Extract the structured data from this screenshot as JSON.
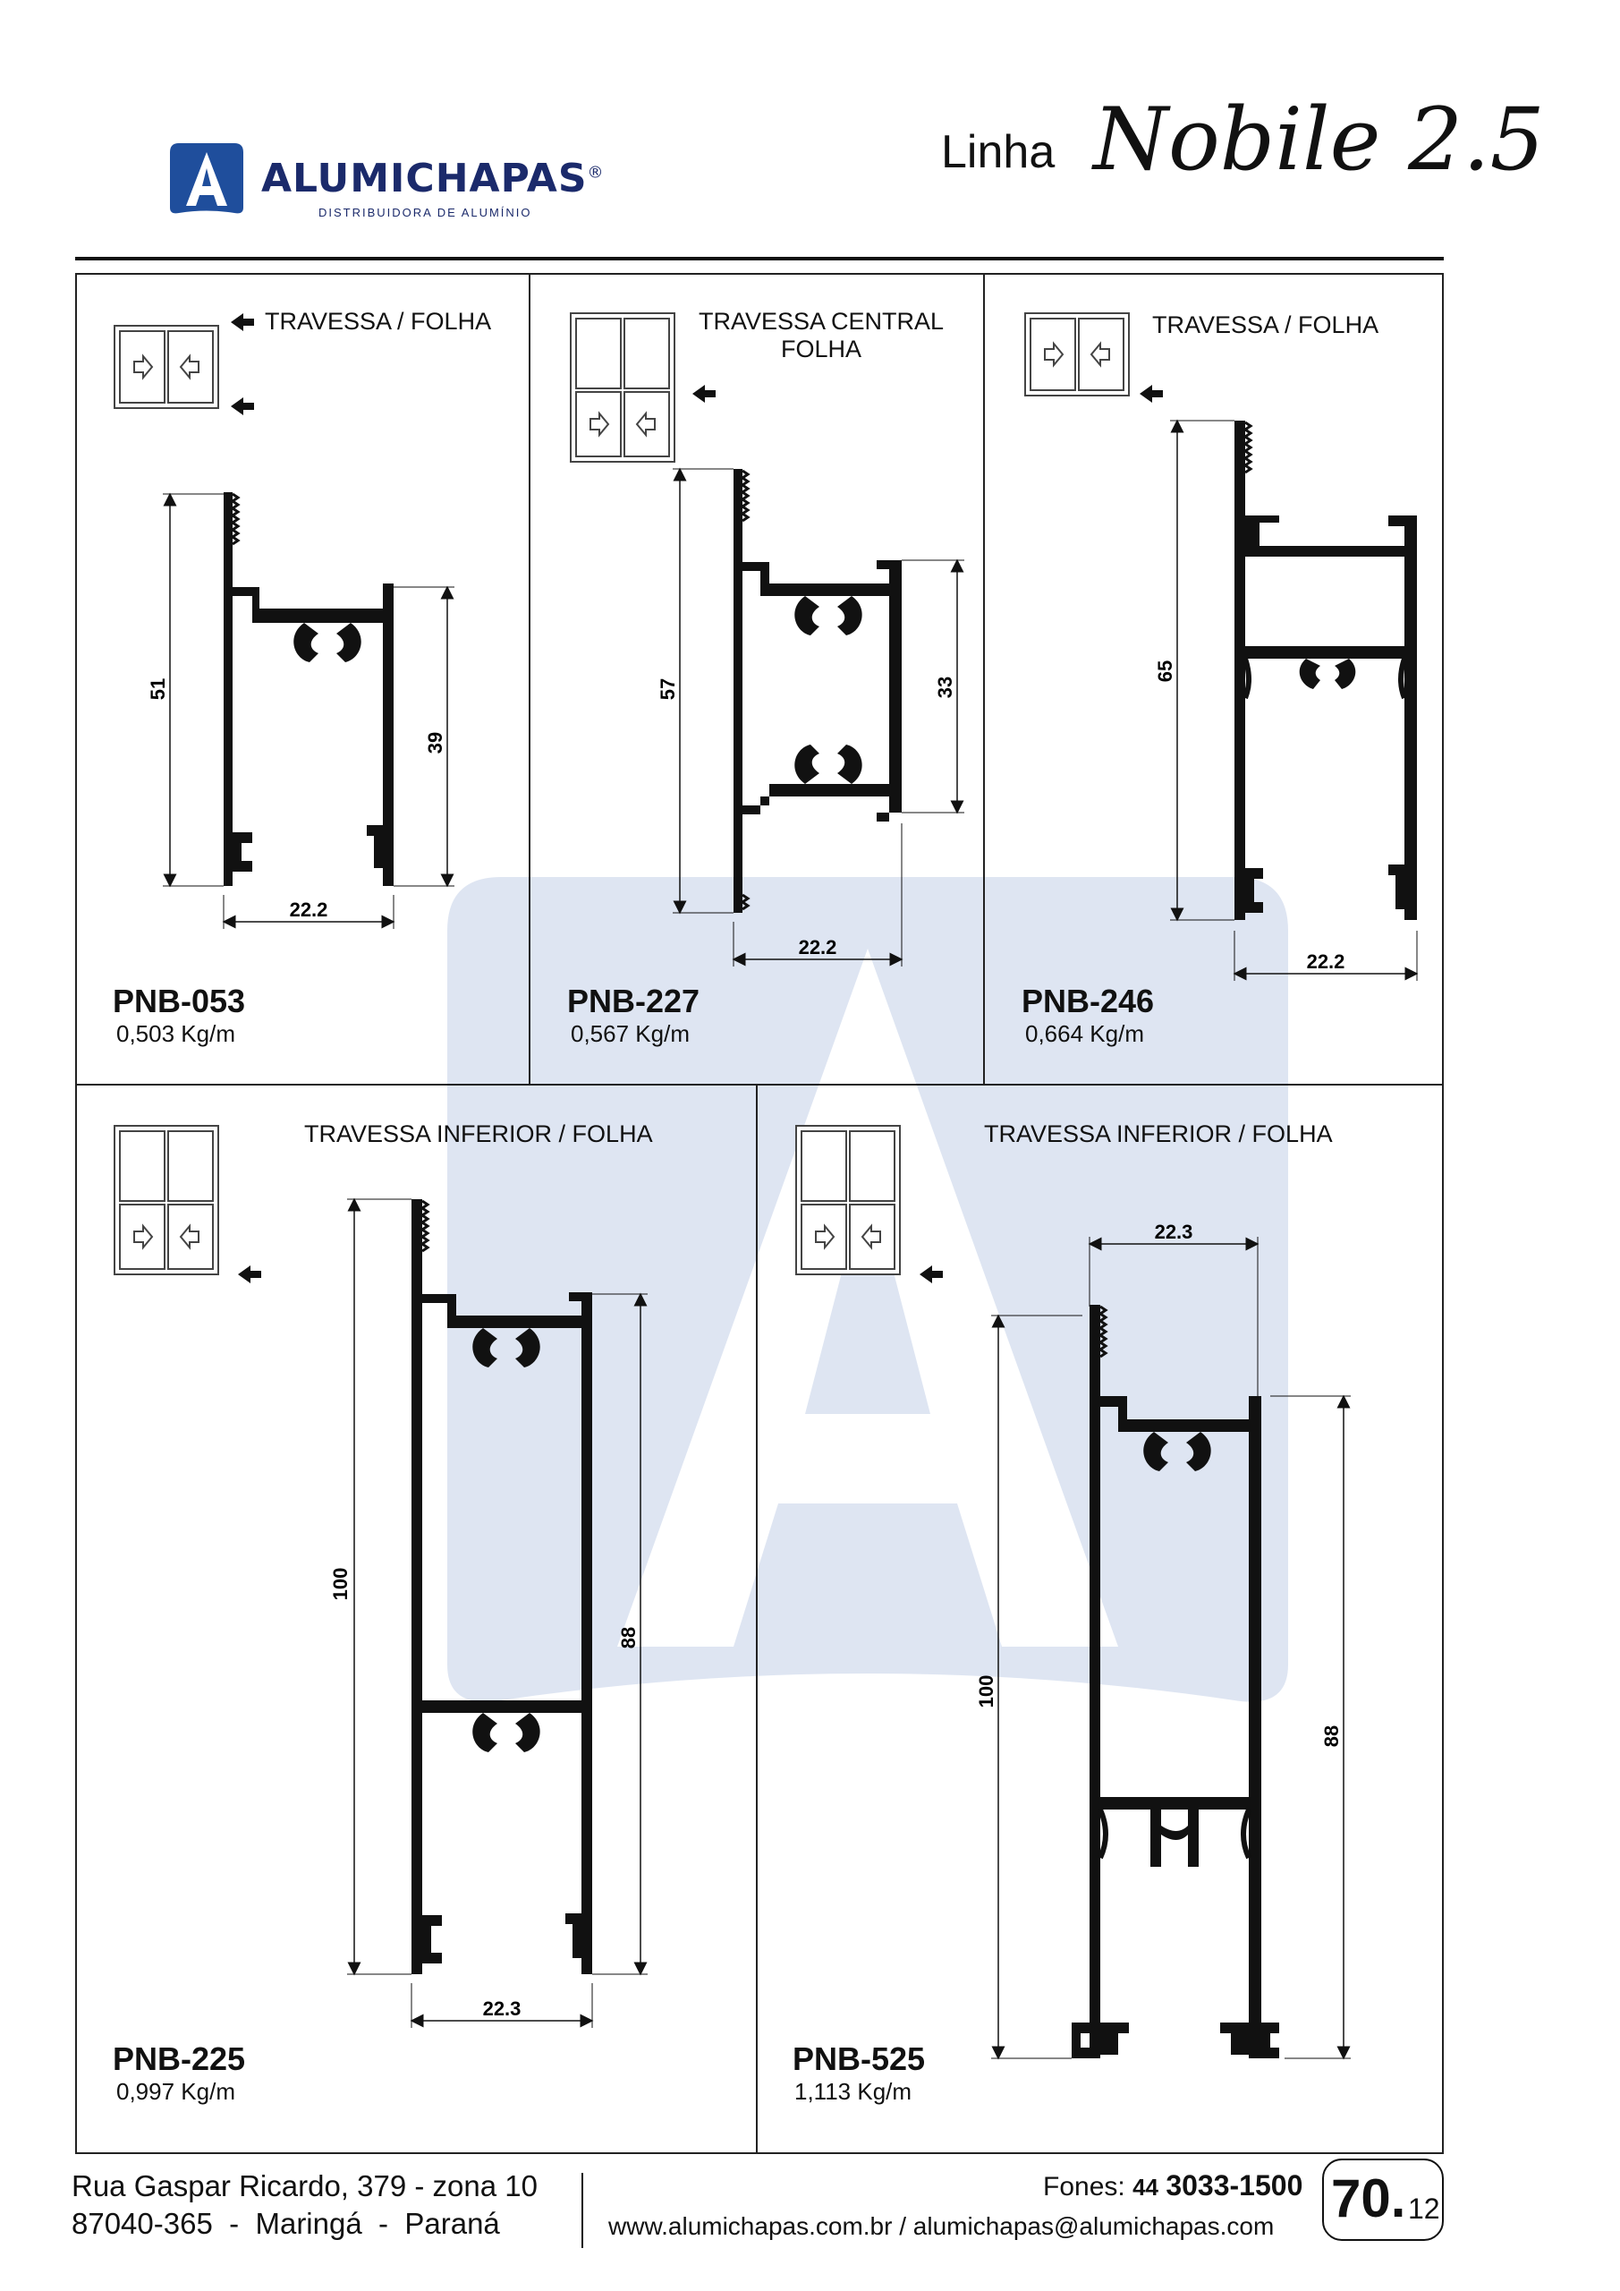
{
  "header": {
    "brand": "ALUMICHAPAS",
    "brand_mark": "®",
    "brand_tagline": "DISTRIBUIDORA DE ALUMÍNIO",
    "line_label": "Linha",
    "line_name": "Nobile 2.5"
  },
  "profiles": [
    {
      "code": "PNB-053",
      "weight": "0,503 Kg/m",
      "caption": "TRAVESSA / FOLHA",
      "dims": {
        "height": "51",
        "inner": "39",
        "width": "22.2"
      }
    },
    {
      "code": "PNB-227",
      "weight": "0,567 Kg/m",
      "caption_line1": "TRAVESSA CENTRAL",
      "caption_line2": "FOLHA",
      "dims": {
        "height": "57",
        "inner": "33",
        "width": "22.2"
      }
    },
    {
      "code": "PNB-246",
      "weight": "0,664 Kg/m",
      "caption": "TRAVESSA / FOLHA",
      "dims": {
        "height": "65",
        "width": "22.2"
      }
    },
    {
      "code": "PNB-225",
      "weight": "0,997 Kg/m",
      "caption": "TRAVESSA INFERIOR / FOLHA",
      "dims": {
        "height": "100",
        "inner": "88",
        "width": "22.3"
      }
    },
    {
      "code": "PNB-525",
      "weight": "1,113 Kg/m",
      "caption": "TRAVESSA INFERIOR / FOLHA",
      "dims": {
        "height": "100",
        "inner": "88",
        "width": "22.3"
      }
    }
  ],
  "footer": {
    "address_line1": "Rua Gaspar Ricardo, 379 - zona 10",
    "address_line2": "87040-365  -  Maringá  -  Paraná",
    "phone_label": "Fones:",
    "phone_area": "44",
    "phone_number": "3033-1500",
    "web": "www.alumichapas.com.br / alumichapas@alumichapas.com",
    "page_main": "70.",
    "page_sub": "12"
  },
  "colors": {
    "brand_blue": "#1f4e9c",
    "watermark": "#d3dcee",
    "profile": "#111111"
  }
}
